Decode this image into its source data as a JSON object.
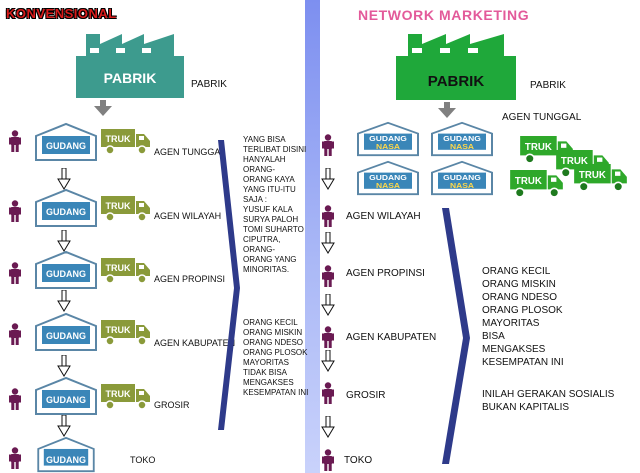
{
  "left": {
    "title": "KONVENSIONAL",
    "factory_sign": "PABRIK",
    "factory_label": "PABRIK",
    "warehouse_label": "GUDANG",
    "truck_label": "TRUK",
    "levels": [
      "AGEN TUNGGAL",
      "AGEN WILAYAH",
      "AGEN PROPINSI",
      "AGEN KABUPATEN",
      "GROSIR",
      "TOKO"
    ],
    "note_rich": [
      "YANG BISA",
      "TERLIBAT DISINI",
      "HANYALAH",
      "ORANG-",
      "ORANG KAYA",
      "YANG ITU-ITU",
      "SAJA :",
      "YUSUF KALA",
      "SURYA PALOH",
      "TOMI SUHARTO",
      "CIPUTRA,",
      "ORANG-",
      "ORANG YANG",
      "MINORITAS."
    ],
    "note_poor": [
      "ORANG KECIL",
      "ORANG MISKIN",
      "ORANG NDESO",
      "ORANG PLOSOK",
      "MAYORITAS",
      "TIDAK BISA",
      "MENGAKSES",
      "KESEMPATAN INI"
    ]
  },
  "right": {
    "title": "NETWORK MARKETING",
    "factory_sign": "PABRIK",
    "factory_label": "PABRIK",
    "warehouse_line1": "GUDANG",
    "warehouse_line2": "NASA",
    "truck_label": "TRUK",
    "levels": [
      "AGEN TUNGGAL",
      "AGEN WILAYAH",
      "AGEN PROPINSI",
      "AGEN KABUPATEN",
      "GROSIR",
      "TOKO"
    ],
    "note_people": [
      "ORANG KECIL",
      "ORANG MISKIN",
      "ORANG NDESO",
      "ORANG PLOSOK",
      "MAYORITAS",
      "BISA",
      "MENGAKSES",
      "KESEMPATAN INI"
    ],
    "note_movement": [
      "INILAH GERAKAN SOSIALIS",
      "BUKAN KAPITALIS"
    ]
  },
  "colors": {
    "left_factory": "#3d9b8e",
    "right_factory": "#1fa83a",
    "warehouse_fill": "#3a86b8",
    "truck_left": "#8a9a3a",
    "truck_right": "#2ea82a",
    "person": "#6a1a52"
  }
}
